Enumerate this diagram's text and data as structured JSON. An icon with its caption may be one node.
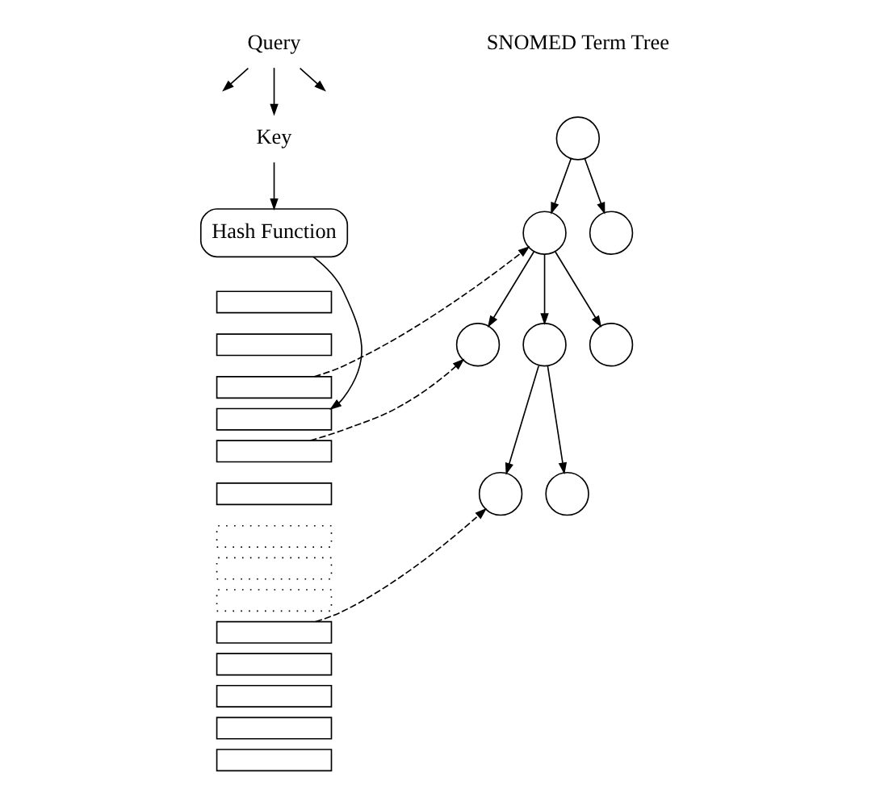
{
  "diagram": {
    "nodes": [
      {
        "text": [
          "Query"
        ]
      },
      {
        "text": [
          "Key"
        ]
      },
      {
        "text": [
          "Hash Function"
        ]
      },
      {
        "text": [],
        "shape": "box"
      },
      {
        "text": [],
        "shape": "box"
      },
      {
        "text": [],
        "shape": "box"
      },
      {
        "text": [],
        "shape": "box"
      },
      {
        "text": [],
        "shape": "box"
      },
      {
        "text": [],
        "shape": "box"
      },
      {
        "text": [],
        "shape": "box"
      },
      {
        "text": [],
        "shape": "box"
      },
      {
        "text": [],
        "shape": "box"
      },
      {
        "text": [],
        "shape": "box"
      },
      {
        "text": [],
        "shape": "box"
      },
      {
        "text": [],
        "shape": "box"
      },
      {
        "text": [],
        "shape": "box"
      },
      {
        "text": [],
        "shape": "box"
      },
      {
        "text": [],
        "shape": "circle"
      },
      {
        "text": [],
        "shape": "circle"
      },
      {
        "text": [],
        "shape": "circle"
      },
      {
        "text": [],
        "shape": "circle"
      },
      {
        "text": [],
        "shape": "circle"
      },
      {
        "text": [],
        "shape": "circle"
      },
      {
        "text": [],
        "shape": "circle"
      },
      {
        "text": [],
        "shape": "circle"
      }
    ],
    "edges": [
      {
        "from": 0,
        "to": null,
        "arrow": "to"
      },
      {
        "from": 0,
        "to": 1,
        "arrow": "to"
      },
      {
        "from": 0,
        "to": null,
        "arrow": "to"
      },
      {
        "from": 1,
        "to": 2,
        "arrow": "to"
      },
      {
        "from": 2,
        "to": 6,
        "arrow": "to"
      },
      {
        "from": 5,
        "to": 18,
        "arrow": "to",
        "style": "dashed"
      },
      {
        "from": 7,
        "to": 20,
        "arrow": "to",
        "style": "dashed"
      },
      {
        "from": 12,
        "to": 23,
        "arrow": "to",
        "style": "dashed"
      },
      {
        "from": 17,
        "to": 18,
        "arrow": "to"
      },
      {
        "from": 17,
        "to": 19,
        "arrow": "to"
      },
      {
        "from": 18,
        "to": 20,
        "arrow": "to"
      },
      {
        "from": 18,
        "to": 21,
        "arrow": "to"
      },
      {
        "from": 18,
        "to": 22,
        "arrow": "to"
      },
      {
        "from": 21,
        "to": 23,
        "arrow": "to"
      },
      {
        "from": 21,
        "to": 24,
        "arrow": "to"
      }
    ],
    "labels": [
      "SNOMED Term Tree"
    ]
  }
}
